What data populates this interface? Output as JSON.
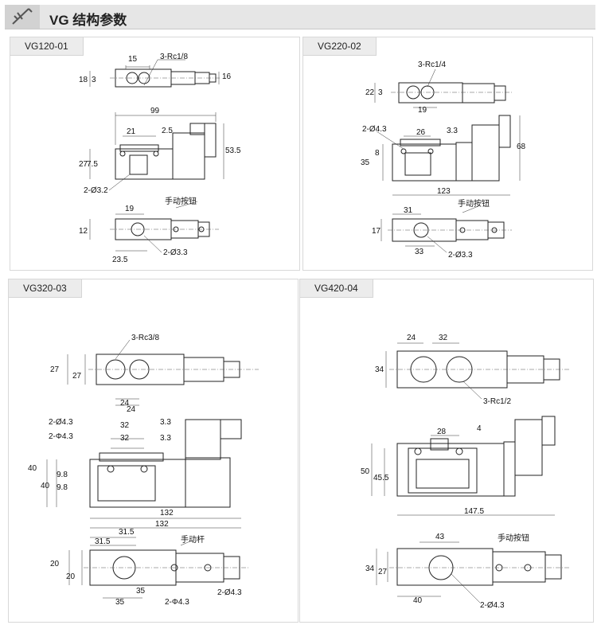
{
  "header": {
    "title": "VG 结构参数"
  },
  "panels": [
    {
      "tab": "VG120-01",
      "labels": {
        "top_15": "15",
        "top_port": "3-Rc1/8",
        "top_18": "18",
        "top_3": "3",
        "top_16": "16",
        "mid_99": "99",
        "mid_21": "21",
        "mid_2_5": "2.5",
        "mid_27": "27",
        "mid_7_5": "7.5",
        "mid_53_5": "53.5",
        "mid_hole": "2-Ø3.2",
        "bot_19": "19",
        "bot_manual": "手动按钮",
        "bot_12": "12",
        "bot_23_5": "23.5",
        "bot_hole": "2-Ø3.3"
      }
    },
    {
      "tab": "VG220-02",
      "labels": {
        "top_port": "3-Rc1/4",
        "top_22": "22",
        "top_3": "3",
        "top_19": "19",
        "mid_hole": "2-Ø4.3",
        "mid_26": "26",
        "mid_3_3": "3.3",
        "mid_8": "8",
        "mid_35": "35",
        "mid_68": "68",
        "mid_123": "123",
        "bot_31": "31",
        "bot_manual": "手动按钮",
        "bot_17": "17",
        "bot_33": "33",
        "bot_hole": "2-Ø3.3"
      }
    },
    {
      "tab": "VG320-03",
      "labels": {
        "top_port": "3-Rc3/8",
        "top_27a": "27",
        "top_27b": "27",
        "top_24a": "24",
        "top_24b": "24",
        "mid_hole_a": "2-Ø4.3",
        "mid_hole_b": "2-Φ4.3",
        "mid_32a": "32",
        "mid_32b": "32",
        "mid_3_3a": "3.3",
        "mid_3_3b": "3.3",
        "mid_40a": "40",
        "mid_40b": "40",
        "mid_9_8a": "9.8",
        "mid_9_8b": "9.8",
        "mid_132a": "132",
        "mid_132b": "132",
        "bot_31_5a": "31.5",
        "bot_31_5b": "31.5",
        "bot_manual": "手动杆",
        "bot_20a": "20",
        "bot_20b": "20",
        "bot_35a": "35",
        "bot_35b": "35",
        "bot_hole_a": "2-Φ4.3",
        "bot_hole_b": "2-Ø4.3"
      }
    },
    {
      "tab": "VG420-04",
      "labels": {
        "top_24": "24",
        "top_32": "32",
        "top_34": "34",
        "top_port": "3-Rc1/2",
        "mid_28": "28",
        "mid_4": "4",
        "mid_50": "50",
        "mid_45_5": "45.5",
        "mid_147_5": "147.5",
        "bot_43": "43",
        "bot_manual": "手动按钮",
        "bot_34": "34",
        "bot_27": "27",
        "bot_40": "40",
        "bot_hole": "2-Ø4.3"
      }
    }
  ]
}
